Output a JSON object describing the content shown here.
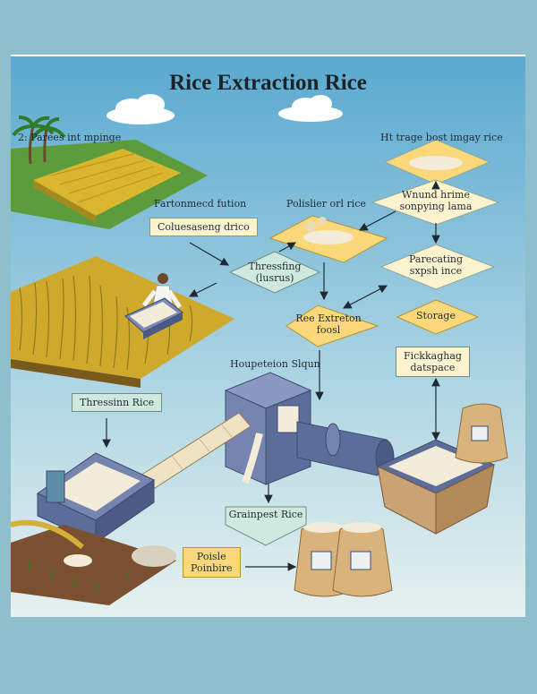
{
  "title": "Rice Extraction Rice",
  "labels": {
    "field": "2: Parees int mpinge",
    "top_right": "Ht trage bost imgay rice",
    "fermented": "Fartonmecd fution",
    "polisher": "Polislier orl rice",
    "houpeteion": "Houpeteion Slqun"
  },
  "boxes": {
    "colueaseng": "Coluesaseng drico",
    "thressfing": [
      "Thressfing",
      "(lusrus)"
    ],
    "wound": [
      "Wnund hrime",
      "sonpying lama"
    ],
    "parecating": [
      "Parecating",
      "sxpsh ince"
    ],
    "ree_extreton": [
      "Ree Extreton",
      "foosl"
    ],
    "storage": "Storage",
    "fickkaghag": [
      "Fickkaghag",
      "datspace"
    ],
    "thressinn": "Thressinn Rice",
    "grainpest": "Grainpest Rice",
    "poisle": [
      "Poisle",
      "Poinbire"
    ]
  },
  "colors": {
    "background": "#8fbfcd",
    "sky_top": "#5aa9d0",
    "sky_bottom": "#dfeef0",
    "yellow_box": "#fbd97a",
    "teal_box": "#cfe9df",
    "pale_box": "#fdf3cf",
    "machine_blue": "#5c6d9a",
    "sack": "#d8b47c"
  }
}
